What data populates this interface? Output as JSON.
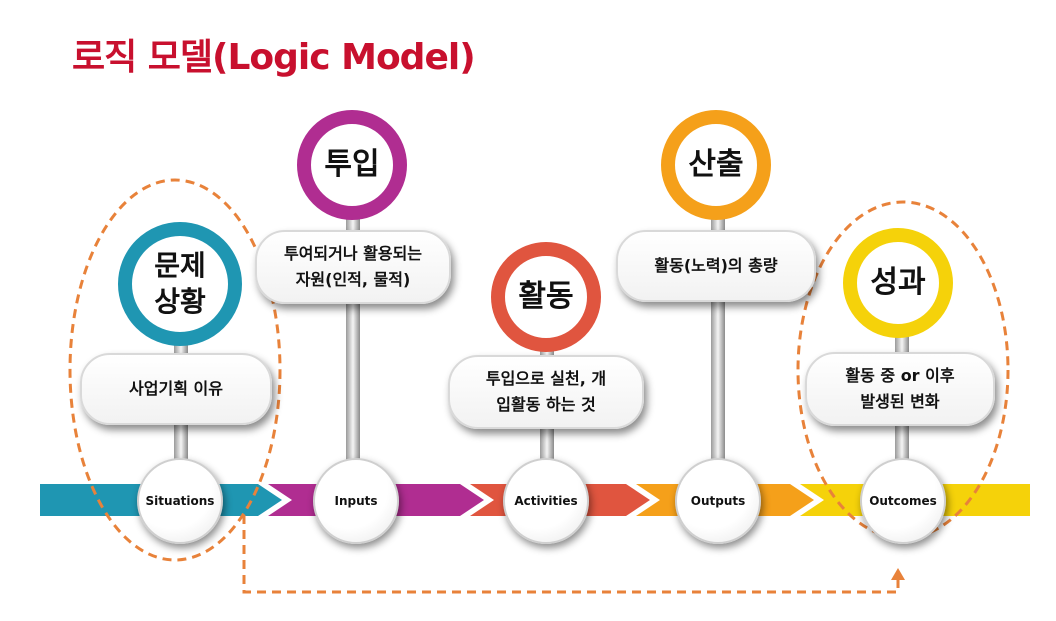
{
  "title": "로직 모델(Logic Model)",
  "stages": [
    {
      "key": "situations",
      "circle": "문제\n상황",
      "desc": "사업기획 이유",
      "node": "Situations",
      "color": "#1f96b2"
    },
    {
      "key": "inputs",
      "circle": "투입",
      "desc": "투여되거나 활용되는\n자원(인적, 물적)",
      "node": "Inputs",
      "color": "#b02d91"
    },
    {
      "key": "activities",
      "circle": "활동",
      "desc": "투입으로 실천, 개\n입활동 하는 것",
      "node": "Activities",
      "color": "#e0553f"
    },
    {
      "key": "outputs",
      "circle": "산출",
      "desc": "활동(노력)의 총량",
      "node": "Outputs",
      "color": "#f5a01a"
    },
    {
      "key": "outcomes",
      "circle": "성과",
      "desc": "활동 중 or 이후\n발생된 변화",
      "node": "Outcomes",
      "color": "#f5d20a"
    }
  ],
  "colors": {
    "title": "#c8102e",
    "dashed": "#e8823a"
  }
}
